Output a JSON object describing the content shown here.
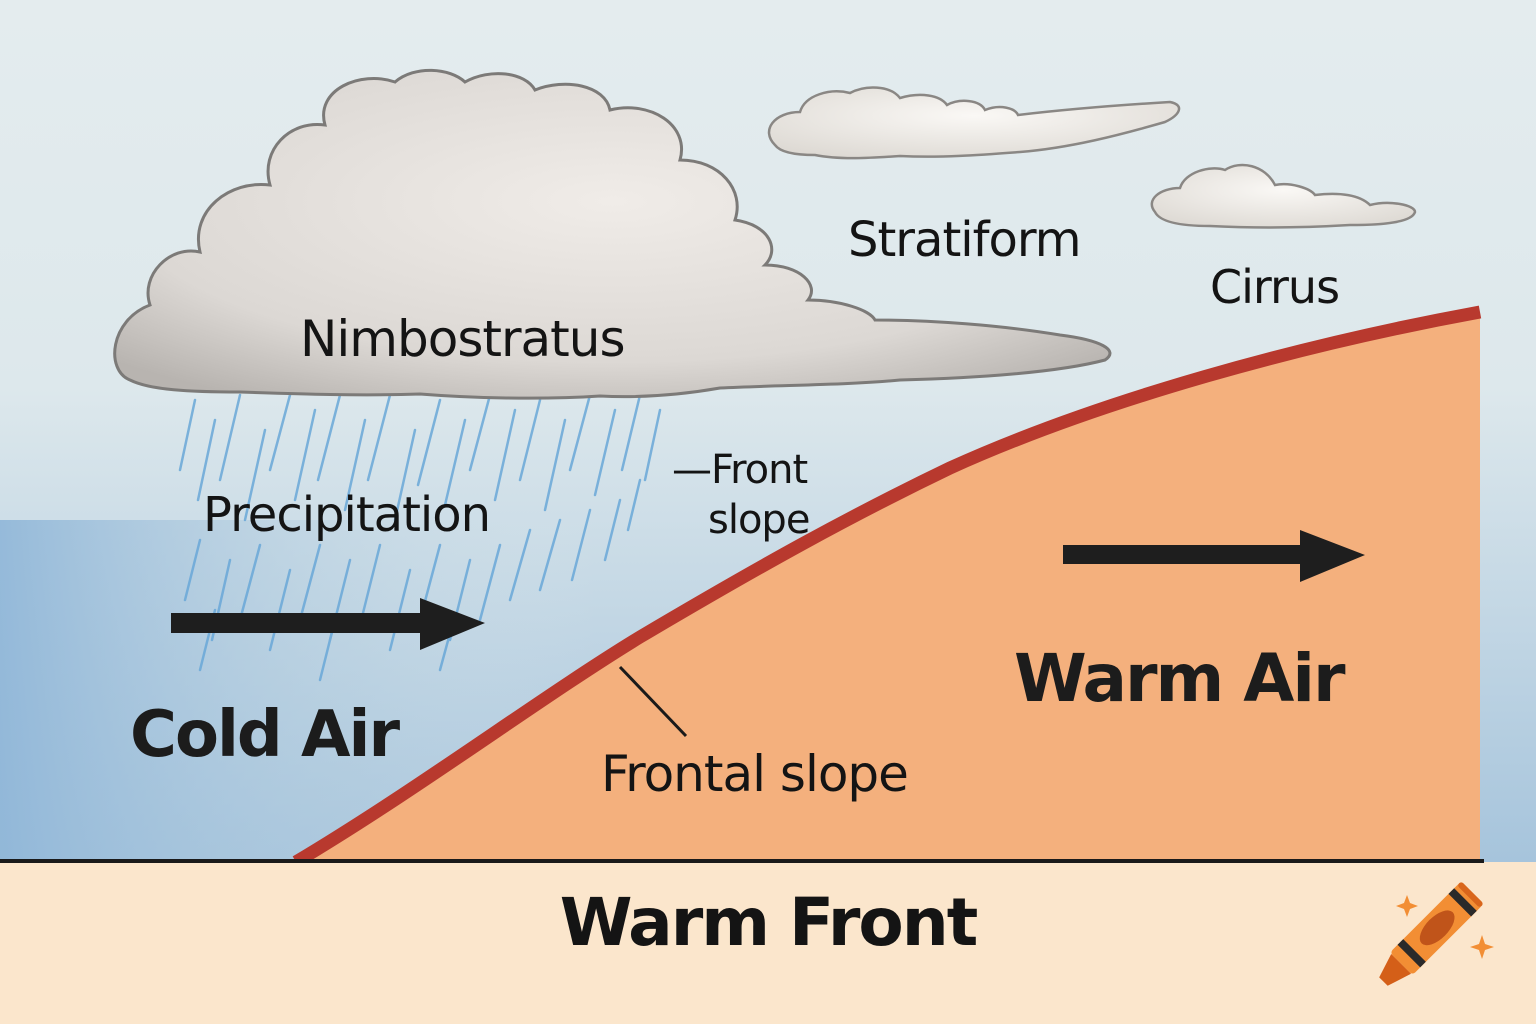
{
  "diagram": {
    "title": "Warm Front",
    "colors": {
      "sky_top": "#e3ecee",
      "sky_cold": "#9fc1dc",
      "warm_air": "#f4b07d",
      "front_line": "#b8392e",
      "ground": "#fbe6cc",
      "cloud": "#dedad6",
      "cloud_outline": "#7c7a78",
      "rain": "#6aa8d8",
      "arrow": "#1e1e1e"
    },
    "labels": {
      "nimbostratus": "Nimbostratus",
      "stratiform": "Stratiform",
      "cirrus": "Cirrus",
      "precipitation": "Precipitation",
      "front_slope_line1": "—Front",
      "front_slope_line2": "slope",
      "frontal_slope": "Frontal slope",
      "cold_air": "Cold Air",
      "warm_air": "Warm Air"
    },
    "arrows": [
      {
        "name": "cold-air-flow",
        "direction": "right"
      },
      {
        "name": "warm-air-flow",
        "direction": "right"
      }
    ],
    "logo_icon": "crayon-icon"
  }
}
